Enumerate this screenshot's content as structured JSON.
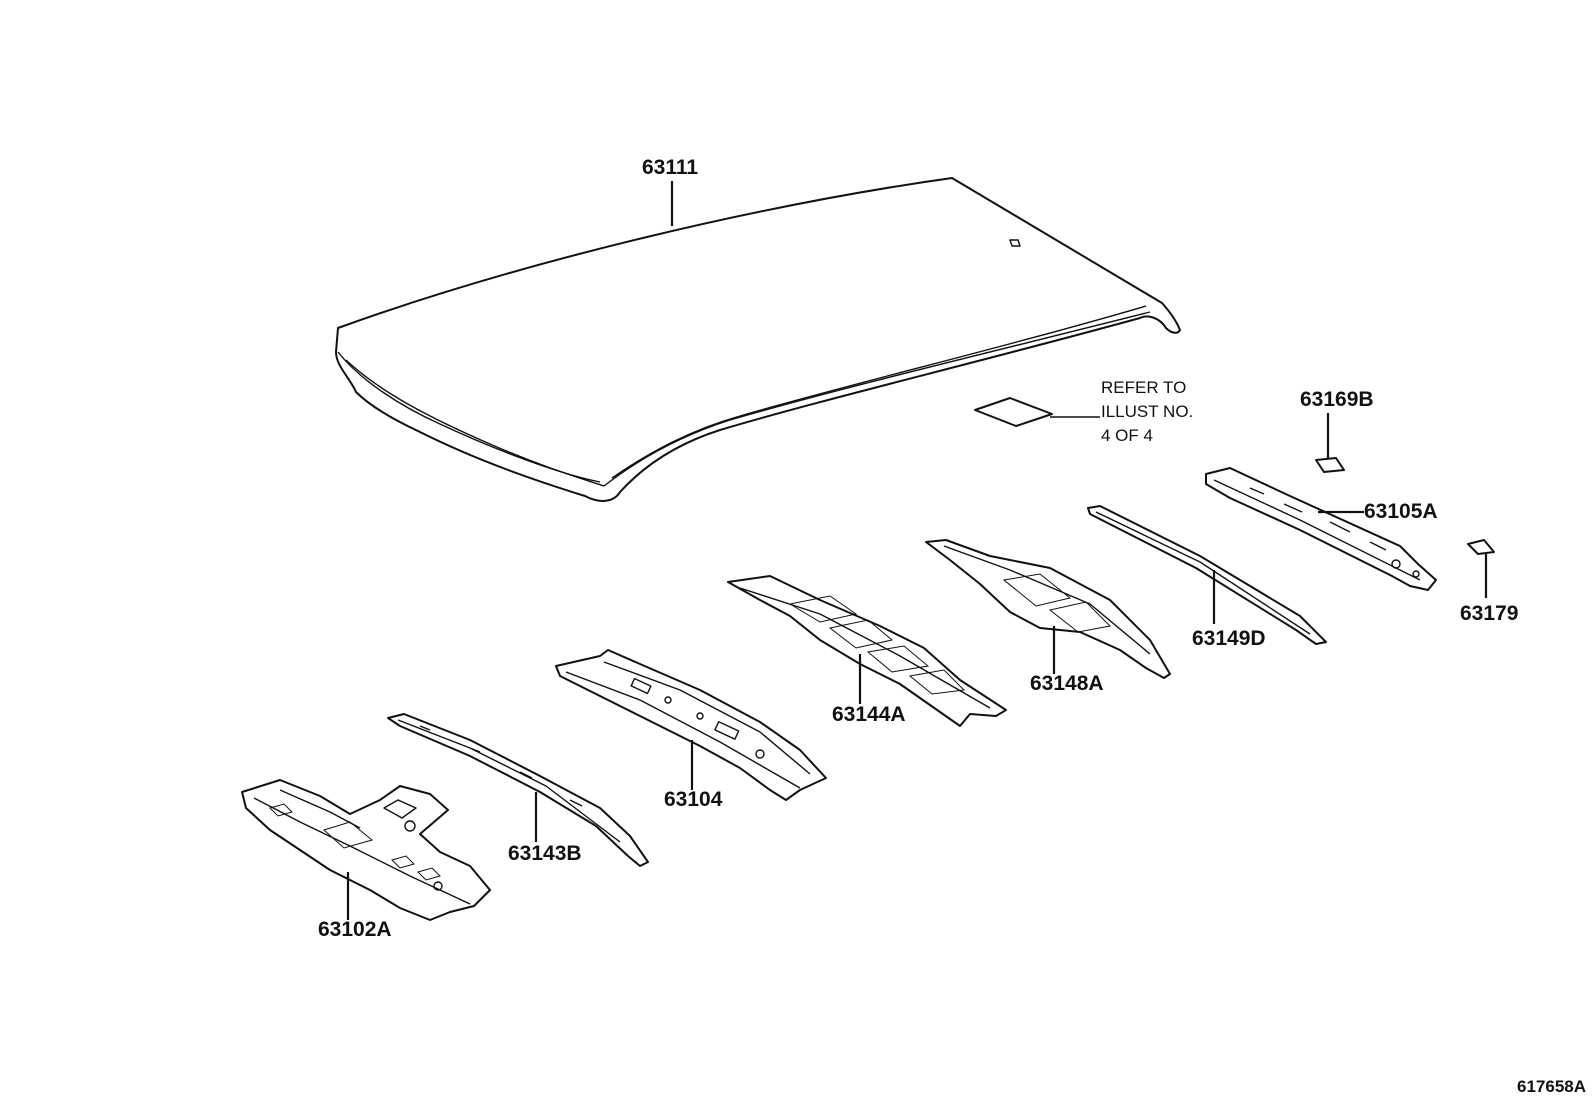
{
  "diagram": {
    "parts": {
      "roof_panel": "63111",
      "front_header": "63102A",
      "roof_bow_1": "63143B",
      "roof_bow_2": "63104",
      "roof_bow_3": "63144A",
      "roof_bow_4": "63148A",
      "roof_bow_5": "63149D",
      "rear_header": "63105A",
      "small_plate_1": "63169B",
      "small_plate_2": "63179"
    },
    "note": {
      "line1": "REFER TO",
      "line2": "ILLUST NO.",
      "line3": "4 OF 4"
    },
    "illustration_id": "617658A"
  }
}
